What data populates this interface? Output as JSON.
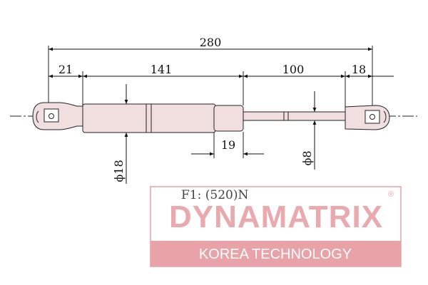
{
  "drawing": {
    "dimensions": {
      "overall_length": "280",
      "end_fitting_left": "21",
      "body_length": "141",
      "rod_length": "100",
      "end_fitting_right": "18",
      "collar_length": "19",
      "body_diameter": "ϕ18",
      "rod_diameter": "ϕ8"
    },
    "force_label": "F1: (520)N"
  },
  "brand": {
    "name": "DYNAMATRIX",
    "registered_mark": "®",
    "tagline": "KOREA TECHNOLOGY",
    "colors": {
      "logo_pink": "#e9a9ad",
      "logo_band": "#e8a2a8",
      "tagline_text": "#ffffff"
    }
  }
}
